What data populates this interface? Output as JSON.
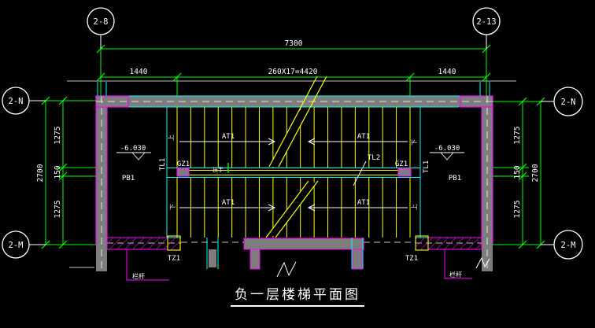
{
  "drawing": {
    "title": "负一层楼梯平面图",
    "grid_bubbles": {
      "top_left": "2-8",
      "top_right": "2-13",
      "left_top": "2-N",
      "left_bottom": "2-M",
      "right_top": "2-N",
      "right_bottom": "2-M"
    },
    "dimensions": {
      "top_overall": "7300",
      "top_left": "1440",
      "top_mid": "260X17=4420",
      "top_right": "1440",
      "left_overall": "2700",
      "left_top": "1275",
      "left_mid": "150",
      "left_bottom": "1275",
      "right_overall": "2700",
      "right_top": "1275",
      "right_mid": "150",
      "right_bottom": "1275"
    },
    "labels": {
      "flight_top_left": "AT1",
      "flight_top_right": "AT1",
      "flight_bottom_left": "AT1",
      "flight_bottom_right": "AT1",
      "up_top_left": "上",
      "down_top_right": "下",
      "down_bottom_left": "下",
      "up_bottom_right": "上",
      "stair_beam_left": "TL1",
      "stair_beam_right": "TL1",
      "stair_beam_mid": "TL2",
      "column_left": "GZ1",
      "column_right": "GZ1",
      "slab_left": "PB1",
      "slab_right": "PB1",
      "level_left": "-6.030",
      "level_right": "-6.030",
      "stair_column_left": "TZ1",
      "stair_column_right": "TZ1",
      "handrail": "扶手",
      "callout_left": "栏杆",
      "callout_right": "栏杆"
    },
    "colors": {
      "dimension_line": "#00ff00",
      "tread": "#ffff00",
      "slab_edge": "#00ffff",
      "wall_outline": "#ff00ff",
      "wall_fill": "#7d7d7d",
      "text": "#ffffff",
      "background": "#000000"
    }
  }
}
